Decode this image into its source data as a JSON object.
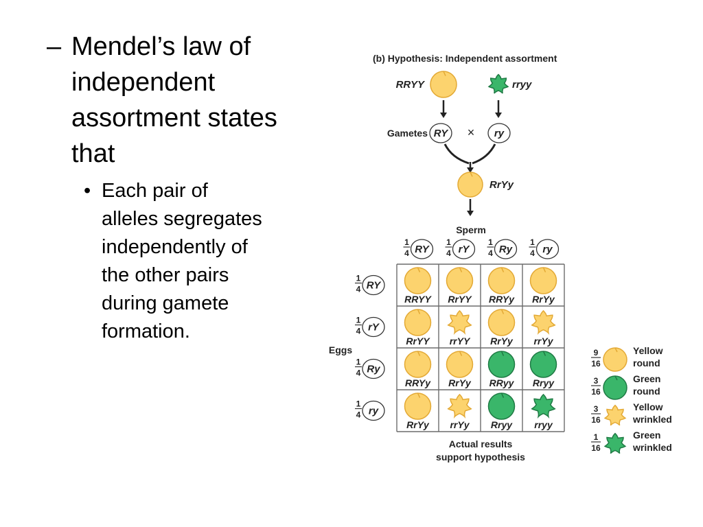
{
  "slide": {
    "heading_dash": "–",
    "heading": "Mendel’s law of\nindependent\nassortment states\nthat",
    "bullet_marker": "•",
    "bullet": "Each pair of\nalleles segregates\nindependently of\nthe other pairs\nduring gamete\nformation."
  },
  "figure": {
    "title": "(b) Hypothesis: Independent assortment",
    "parent1": "RRYY",
    "parent2": "rryy",
    "gametes_label": "Gametes",
    "gamete1": "RY",
    "cross_symbol": "×",
    "gamete2": "ry",
    "f1": "RrYy",
    "sperm_label": "Sperm",
    "eggs_label": "Eggs",
    "fraction_num": "1",
    "fraction_den": "4",
    "sperm": [
      "RY",
      "rY",
      "Ry",
      "ry"
    ],
    "eggs": [
      "RY",
      "rY",
      "Ry",
      "ry"
    ],
    "grid": [
      [
        "RRYY",
        "RrYY",
        "RRYy",
        "RrYy"
      ],
      [
        "RrYY",
        "rrYY",
        "RrYy",
        "rrYy"
      ],
      [
        "RRYy",
        "RrYy",
        "RRyy",
        "Rryy"
      ],
      [
        "RrYy",
        "rrYy",
        "Rryy",
        "rryy"
      ]
    ],
    "phenotypes": [
      [
        "YR",
        "YR",
        "YR",
        "YR"
      ],
      [
        "YR",
        "YW",
        "YR",
        "YW"
      ],
      [
        "YR",
        "YR",
        "GR",
        "GR"
      ],
      [
        "YR",
        "YW",
        "GR",
        "GW"
      ]
    ],
    "caption_line1": "Actual results",
    "caption_line2": "support hypothesis",
    "legend": [
      {
        "num": "9",
        "den": "16",
        "line1": "Yellow",
        "line2": "round",
        "pheno": "YR"
      },
      {
        "num": "3",
        "den": "16",
        "line1": "Green",
        "line2": "round",
        "pheno": "GR"
      },
      {
        "num": "3",
        "den": "16",
        "line1": "Yellow",
        "line2": "wrinkled",
        "pheno": "YW"
      },
      {
        "num": "1",
        "den": "16",
        "line1": "Green",
        "line2": "wrinkled",
        "pheno": "GW"
      }
    ],
    "colors": {
      "yellow_fill": "#fcd36e",
      "yellow_stroke": "#e3a935",
      "green_fill": "#3ab66a",
      "green_stroke": "#1f7a44",
      "text": "#222222",
      "grid_line": "#6b6b6b"
    },
    "pea_icons": {
      "YR": "yellow-round-pea-icon",
      "YW": "yellow-wrinkled-pea-icon",
      "GR": "green-round-pea-icon",
      "GW": "green-wrinkled-pea-icon"
    }
  }
}
